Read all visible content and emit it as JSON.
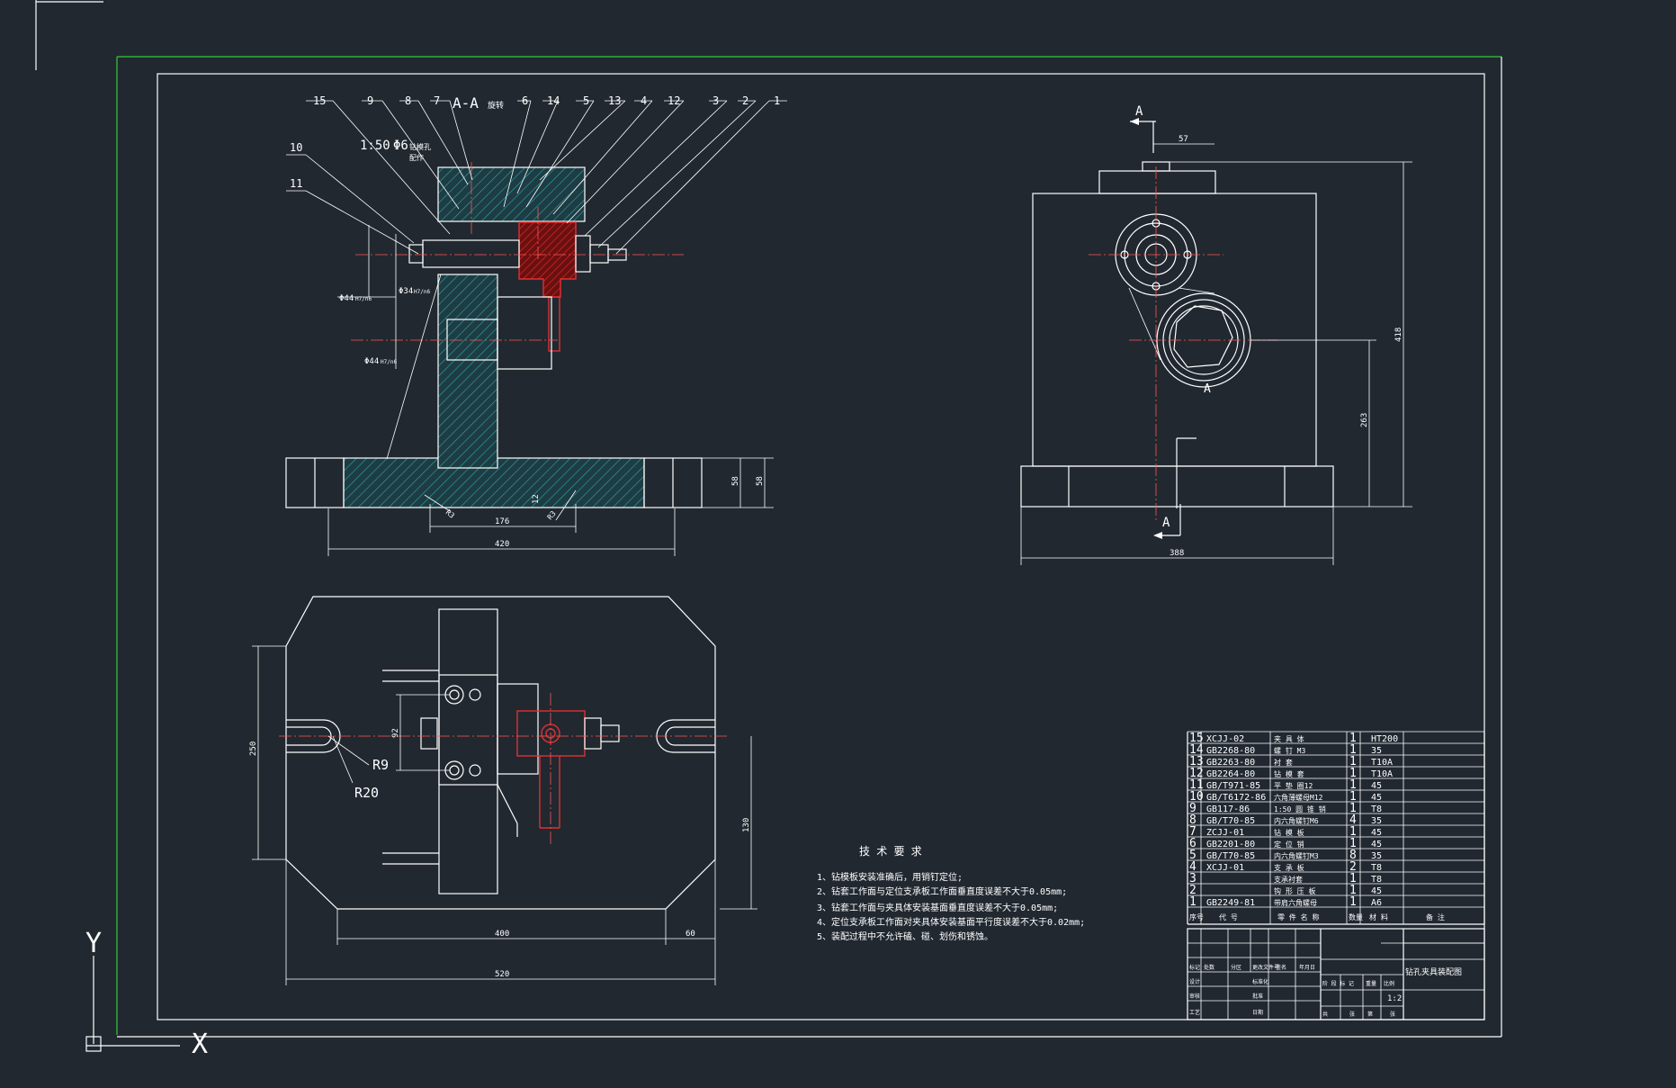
{
  "colors": {
    "background": "#212830",
    "line": "#ffffff",
    "hatch_cyan": "#2a9a96",
    "hatch_red": "#d42020",
    "frame_green": "#33cc33"
  },
  "ucs": {
    "y_label": "Y",
    "x_label": "X"
  },
  "section_view": {
    "title": "A-A",
    "title_suffix": "旋转",
    "callouts": [
      "15",
      "9",
      "8",
      "7",
      "6",
      "14",
      "5",
      "13",
      "4",
      "12",
      "3",
      "2",
      "1"
    ],
    "side_callouts": [
      "10",
      "11"
    ],
    "fit_note": "1:50",
    "hole_note": "Φ6",
    "hole_note2": "钻模孔",
    "hole_note3": "配作",
    "diameters": [
      "Φ44",
      "Φ34",
      "Φ44"
    ],
    "diameter_fits": [
      "H7/n6",
      "H7/n6",
      "H7/n6"
    ],
    "dims": {
      "width_total": "420",
      "inner": "176",
      "height_a": "58",
      "height_b": "58",
      "small_a": "12",
      "angle_a": "R3",
      "angle_b": "R3"
    }
  },
  "side_view": {
    "section_mark_top": "A",
    "section_mark_mid": "A",
    "section_mark_bottom": "A",
    "dims": {
      "offset": "57",
      "height_total": "418",
      "height_axis": "263",
      "width": "388"
    }
  },
  "plan_view": {
    "r_small": "R9",
    "r_large": "R20",
    "dims": {
      "height": "250",
      "inner": "92",
      "right_h": "130",
      "width_inner": "400",
      "edge": "60",
      "width_total": "520"
    }
  },
  "tech_requirements": {
    "title": "技 术 要 求",
    "items": [
      "1、钻模板安装准确后，用销钉定位;",
      "2、钻套工作面与定位支承板工作面垂直度误差不大于0.05mm;",
      "3、钻套工作面与夹具体安装基面垂直度误差不大于0.05mm;",
      "4、定位支承板工作面对夹具体安装基面平行度误差不大于0.02mm;",
      "5、装配过程中不允许磕、碰、划伤和锈蚀。"
    ]
  },
  "bom": {
    "rows": [
      {
        "no": "15",
        "code": "XCJJ-02",
        "name": "夹 具 体",
        "qty": "1",
        "material": "HT200"
      },
      {
        "no": "14",
        "code": "GB2268-80",
        "name": "螺 钉 M3",
        "qty": "1",
        "material": "35"
      },
      {
        "no": "13",
        "code": "GB2263-80",
        "name": "衬 套",
        "qty": "1",
        "material": "T10A"
      },
      {
        "no": "12",
        "code": "GB2264-80",
        "name": "钻 模 套",
        "qty": "1",
        "material": "T10A"
      },
      {
        "no": "11",
        "code": "GB/T971-85",
        "name": "平 垫 圈12",
        "qty": "1",
        "material": "45"
      },
      {
        "no": "10",
        "code": "GB/T6172-86",
        "name": "六角薄螺母M12",
        "qty": "1",
        "material": "45"
      },
      {
        "no": "9",
        "code": "GB117-86",
        "name": "1:50 圆 锥 销",
        "qty": "1",
        "material": "T8"
      },
      {
        "no": "8",
        "code": "GB/T70-85",
        "name": "内六角螺钉M6",
        "qty": "4",
        "material": "35"
      },
      {
        "no": "7",
        "code": "ZCJJ-01",
        "name": "钻 模 板",
        "qty": "1",
        "material": "45"
      },
      {
        "no": "6",
        "code": "GB2201-80",
        "name": "定 位 销",
        "qty": "1",
        "material": "45"
      },
      {
        "no": "5",
        "code": "GB/T70-85",
        "name": "内六角螺钉M3",
        "qty": "8",
        "material": "35"
      },
      {
        "no": "4",
        "code": "XCJJ-01",
        "name": "支 承 板",
        "qty": "2",
        "material": "T8"
      },
      {
        "no": "3",
        "code": "",
        "name": "支承衬套",
        "qty": "1",
        "material": "T8"
      },
      {
        "no": "2",
        "code": "",
        "name": "钩 形 压 板",
        "qty": "1",
        "material": "45"
      },
      {
        "no": "1",
        "code": "GB2249-81",
        "name": "带肩六角螺母",
        "qty": "1",
        "material": "A6"
      }
    ],
    "header": {
      "no": "序号",
      "code": "代 号",
      "name": "零 件 名 称",
      "qty": "数量",
      "material": "材 料",
      "remark": "备 注"
    }
  },
  "title_block": {
    "drawing_name": "钻孔夹具装配图",
    "scale": "1:2",
    "labels_left": [
      "标记",
      "处数",
      "分区",
      "更改文件号",
      "签名",
      "年月日"
    ],
    "labels_rows": [
      "设计",
      "审核",
      "工艺"
    ],
    "labels_mid": [
      "标准化",
      "批准",
      "日期"
    ],
    "labels_right": [
      "阶 段 标 记",
      "重量",
      "比例"
    ],
    "labels_sheet": [
      "共",
      "张",
      "第",
      "张"
    ]
  }
}
